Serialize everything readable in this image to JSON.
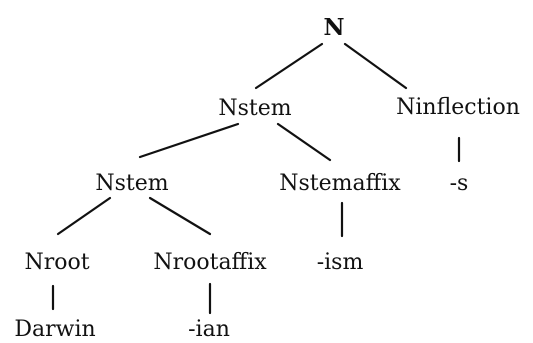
{
  "tree": {
    "root": "N",
    "level1": {
      "left": "Nstem",
      "right": "Ninflection"
    },
    "level2": {
      "left": "Nstem",
      "middle": "Nstemaffix",
      "right": "-s"
    },
    "level3": {
      "left": "Nroot",
      "middle": "Nrootaffix",
      "right": "-ism"
    },
    "level4": {
      "left": "Darwin",
      "middle": "-ian"
    }
  }
}
